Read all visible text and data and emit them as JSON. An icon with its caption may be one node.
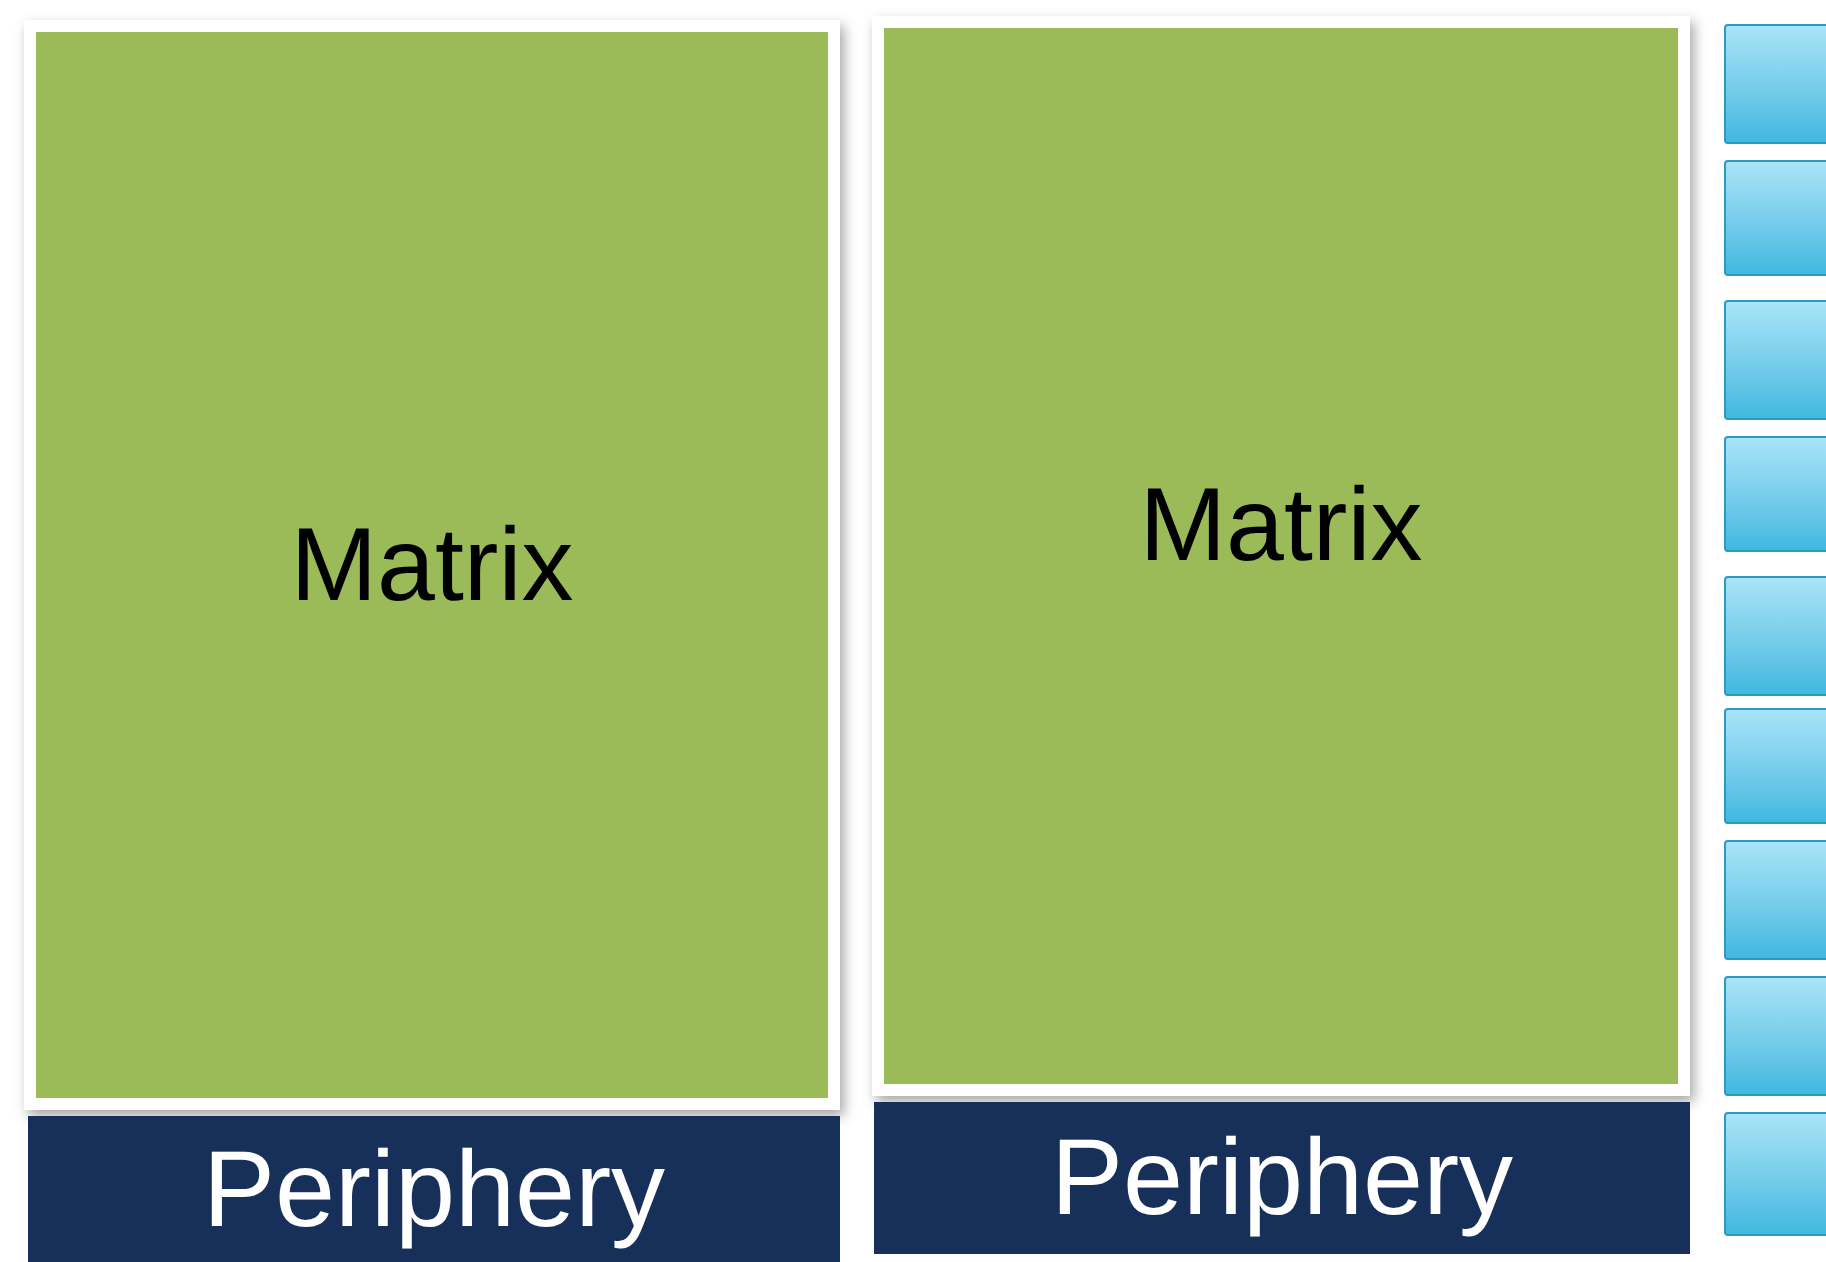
{
  "diagram": {
    "nodes": [
      {
        "text": [
          "Matrix"
        ]
      },
      {
        "text": [
          "Periphery"
        ]
      },
      {
        "text": [
          "Matrix"
        ]
      },
      {
        "text": [
          "Periphery"
        ]
      },
      {
        "text": [],
        "shape": "box"
      },
      {
        "text": [],
        "shape": "box"
      },
      {
        "text": [],
        "shape": "box"
      },
      {
        "text": [],
        "shape": "box"
      },
      {
        "text": [],
        "shape": "box"
      },
      {
        "text": [],
        "shape": "box"
      },
      {
        "text": [],
        "shape": "box"
      },
      {
        "text": [],
        "shape": "box"
      },
      {
        "text": [],
        "shape": "box"
      }
    ]
  }
}
